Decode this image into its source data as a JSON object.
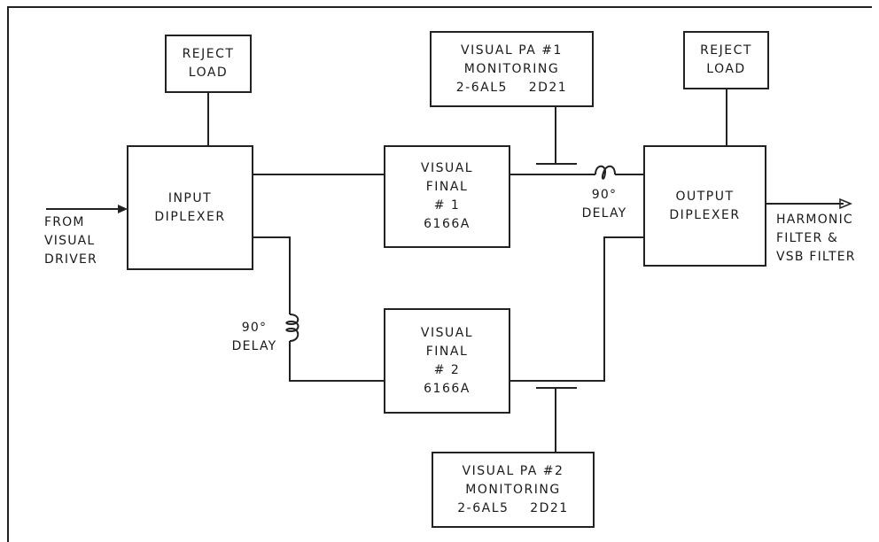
{
  "reject_load_left": {
    "line1": "REJECT",
    "line2": "LOAD"
  },
  "reject_load_right": {
    "line1": "REJECT",
    "line2": "LOAD"
  },
  "monitor_1": {
    "line1": "VISUAL PA #1",
    "line2": "MONITORING",
    "line3": "2-6AL5    2D21"
  },
  "monitor_2": {
    "line1": "VISUAL PA #2",
    "line2": "MONITORING",
    "line3": "2-6AL5    2D21"
  },
  "input_diplexer": {
    "line1": "INPUT",
    "line2": "DIPLEXER"
  },
  "output_diplexer": {
    "line1": "OUTPUT",
    "line2": "DIPLEXER"
  },
  "final_1": {
    "line1": "VISUAL",
    "line2": "FINAL",
    "line3": "# 1",
    "line4": "6166A"
  },
  "final_2": {
    "line1": "VISUAL",
    "line2": "FINAL",
    "line3": "# 2",
    "line4": "6166A"
  },
  "input_label": {
    "line1": "FROM",
    "line2": "VISUAL",
    "line3": "DRIVER"
  },
  "output_label": {
    "line1": "HARMONIC",
    "line2": "FILTER &",
    "line3": "VSB FILTER"
  },
  "delay_top": {
    "line1": "90°",
    "line2": "DELAY"
  },
  "delay_bottom": {
    "line1": "90°",
    "line2": "DELAY"
  }
}
